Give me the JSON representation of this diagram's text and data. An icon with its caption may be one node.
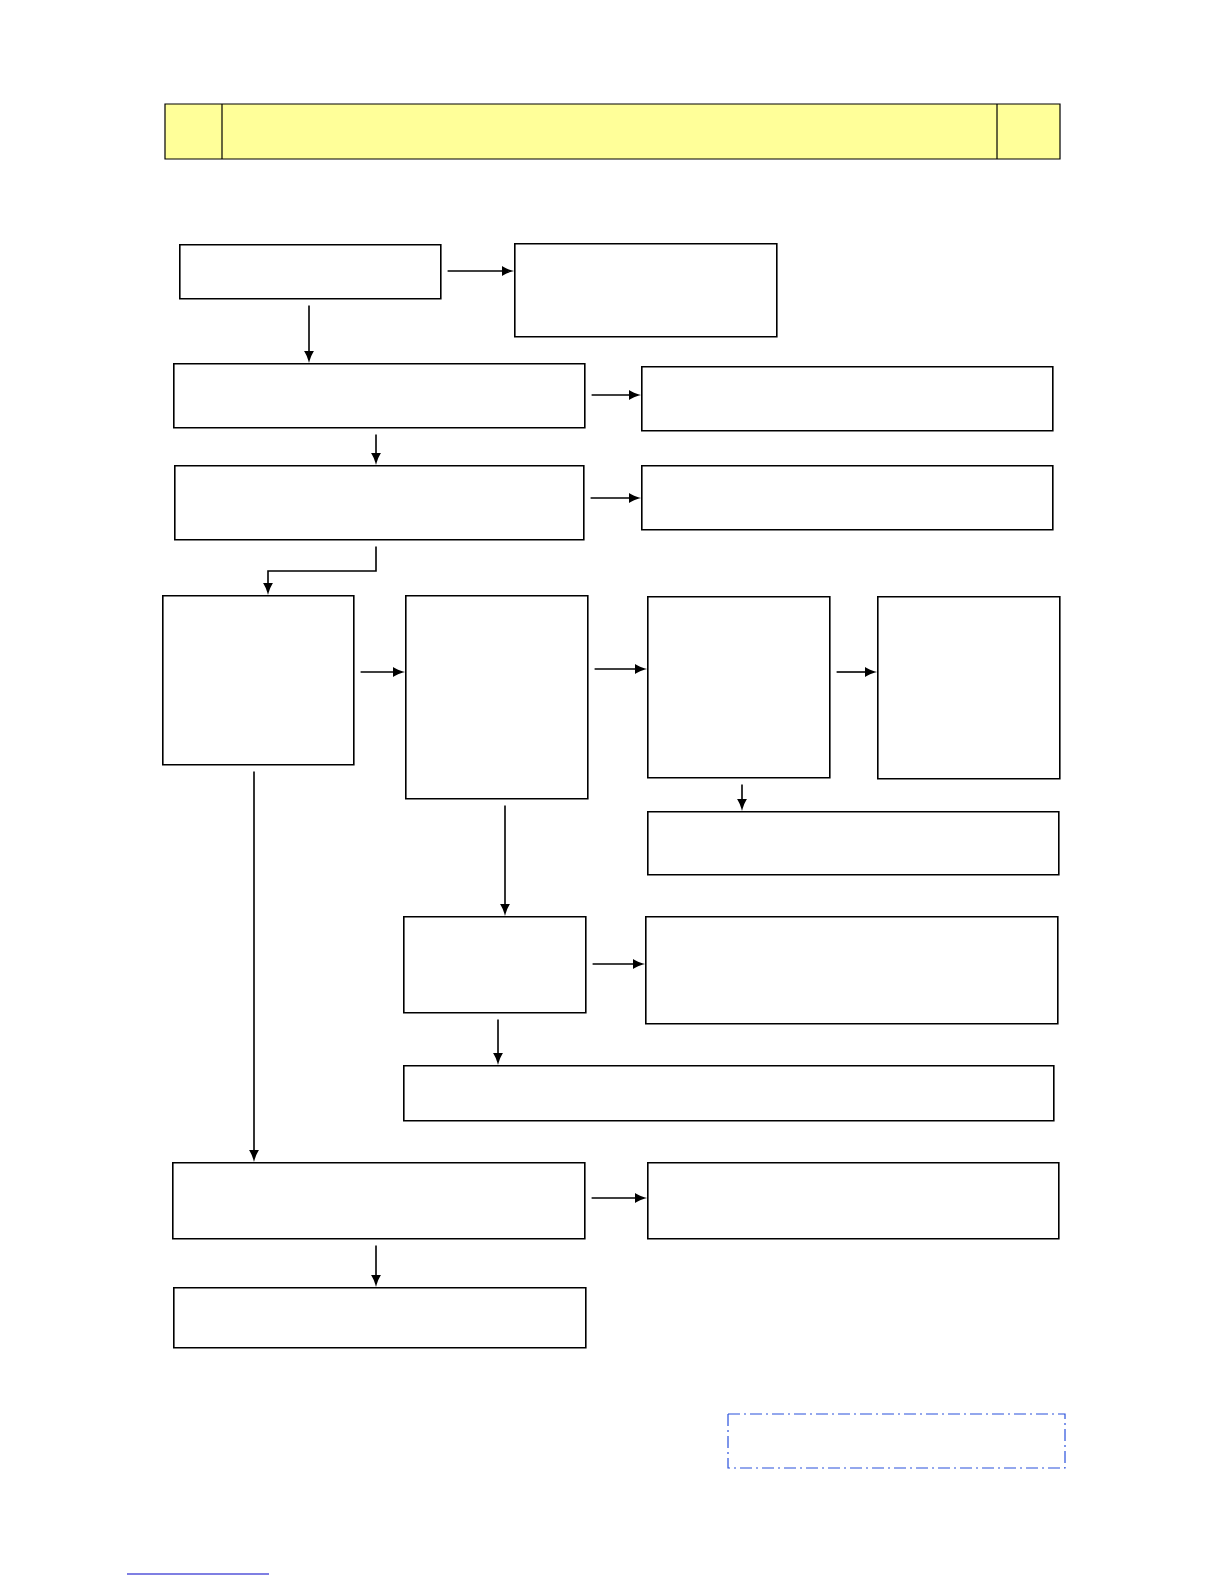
{
  "diagram": {
    "nodes": [
      {
        "text": [],
        "shape": "box"
      },
      {
        "text": [],
        "shape": "box"
      },
      {
        "text": [],
        "shape": "box"
      },
      {
        "text": [],
        "shape": "box"
      },
      {
        "text": [],
        "shape": "box"
      },
      {
        "text": [],
        "shape": "box"
      },
      {
        "text": [],
        "shape": "box"
      },
      {
        "text": [],
        "shape": "box"
      },
      {
        "text": [],
        "shape": "box"
      },
      {
        "text": [],
        "shape": "box"
      },
      {
        "text": [],
        "shape": "box"
      },
      {
        "text": [],
        "shape": "box"
      },
      {
        "text": [],
        "shape": "box"
      },
      {
        "text": [],
        "shape": "box"
      },
      {
        "text": [],
        "shape": "box"
      },
      {
        "text": [],
        "shape": "box"
      },
      {
        "text": [],
        "shape": "box"
      }
    ],
    "edges": [
      {
        "from": 0,
        "to": 1,
        "arrow": "to"
      },
      {
        "from": 0,
        "to": 2,
        "arrow": "to"
      },
      {
        "from": 2,
        "to": 3,
        "arrow": "to"
      },
      {
        "from": 2,
        "to": 4,
        "arrow": "to"
      },
      {
        "from": 4,
        "to": 5,
        "arrow": "to"
      },
      {
        "from": 4,
        "to": 6,
        "arrow": "to"
      },
      {
        "from": 6,
        "to": 7,
        "arrow": "to"
      },
      {
        "from": 7,
        "to": 8,
        "arrow": "to"
      },
      {
        "from": 8,
        "to": 9,
        "arrow": "to"
      },
      {
        "from": 8,
        "to": 10,
        "arrow": "to"
      },
      {
        "from": 7,
        "to": 11,
        "arrow": "to"
      },
      {
        "from": 11,
        "to": 12,
        "arrow": "to"
      },
      {
        "from": 11,
        "to": 13,
        "arrow": "to"
      },
      {
        "from": 6,
        "to": 14,
        "arrow": "to"
      },
      {
        "from": 14,
        "to": 15,
        "arrow": "to"
      },
      {
        "from": 14,
        "to": 16,
        "arrow": "to"
      }
    ]
  }
}
